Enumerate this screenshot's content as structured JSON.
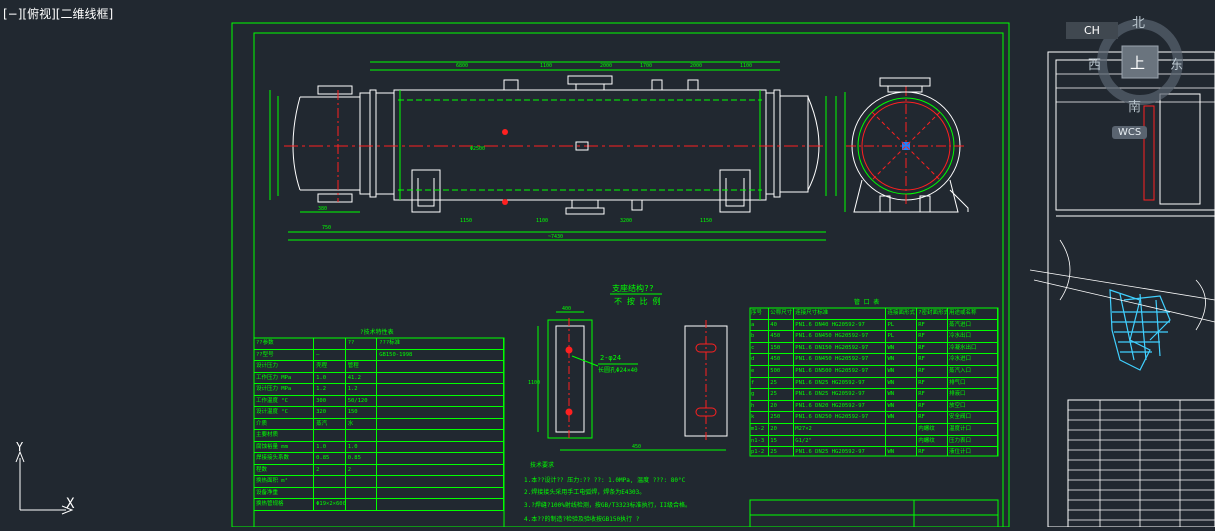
{
  "viewport": {
    "label": "[−][俯视][二维线框]"
  },
  "viewcube": {
    "north": "北",
    "south": "南",
    "east": "东",
    "west": "西",
    "top": "上",
    "wcs": "WCS",
    "lang": "CH"
  },
  "ucs": {
    "x": "X",
    "y": "Y"
  },
  "drawing": {
    "dims_top": [
      "6800",
      "1100",
      "2000",
      "1700",
      "2000",
      "1100"
    ],
    "dims_bottom": [
      "750",
      "1150",
      "1100",
      "3200",
      "1150",
      "~7430"
    ],
    "dims_left": [
      "380",
      "Φ2500"
    ],
    "support_title": "支座结构??",
    "support_subtitle": "不 按 比 例",
    "support_note": "2-φ24",
    "support_note2": "长圆孔Φ24×40",
    "support_dim_width": "400",
    "support_dim_height": "1100",
    "support_dim_base": "450",
    "notes_title": "技术要求",
    "notes": [
      "1.本??设计?? 压力:?? ??: 1.0MPa, 温度 ???: 80°C",
      "2.焊接接头采用手工电弧焊，焊条为E4303。",
      "3.?焊缝?100%射线检测，按GB/T3323标准执行，II级合格。",
      "4.本??的制造?检验及验收按GB150执行 ?"
    ]
  },
  "params_table": {
    "title": "?技术特性表",
    "col_headers": [
      "??参数",
      "",
      "??",
      "???标准"
    ],
    "rows": [
      [
        "??型号",
        "—",
        "",
        "GB150-1998"
      ],
      [
        "设计压力",
        "壳程",
        "管程",
        ""
      ],
      [
        "工作压力 MPa",
        "1.0",
        "41.2",
        ""
      ],
      [
        "设计压力 MPa",
        "1.2",
        "1.2",
        ""
      ],
      [
        "工作温度 °C",
        "300",
        "50/120",
        ""
      ],
      [
        "设计温度 °C",
        "320",
        "150",
        ""
      ],
      [
        "介质",
        "蒸汽",
        "水",
        ""
      ],
      [
        "主要材质",
        "",
        "",
        ""
      ],
      [
        "腐蚀裕量 mm",
        "1.0",
        "1.0",
        ""
      ],
      [
        "焊接接头系数",
        "0.85",
        "0.85",
        ""
      ],
      [
        "程数",
        "2",
        "2",
        ""
      ],
      [
        "换热面积 m²",
        "",
        "",
        ""
      ],
      [
        "设备净重",
        "",
        "",
        ""
      ],
      [
        "换热管规格",
        "Φ19×2×6000",
        "",
        ""
      ]
    ]
  },
  "nozzle_table": {
    "title": "管 口 表",
    "headers": [
      "序号",
      "公称尺寸",
      "连接尺寸标准",
      "连接面形式",
      "?密封面形式",
      "用途或名称"
    ],
    "rows": [
      [
        "a",
        "40",
        "PN1.6 DN40 HG20592-97",
        "PL",
        "RF",
        "蒸汽进口"
      ],
      [
        "b",
        "450",
        "PN1.6 DN450 HG20592-97",
        "PL",
        "RF",
        "冷水出口"
      ],
      [
        "c",
        "150",
        "PN1.6 DN150 HG20592-97",
        "WN",
        "RF",
        "冷凝水出口"
      ],
      [
        "d",
        "450",
        "PN1.6 DN450 HG20592-97",
        "WN",
        "RF",
        "冷水进口"
      ],
      [
        "e",
        "500",
        "PN1.6 DN500 HG20592-97",
        "WN",
        "RF",
        "蒸汽入口"
      ],
      [
        "f",
        "25",
        "PN1.6 DN25 HG20592-97",
        "WN",
        "RF",
        "排气口"
      ],
      [
        "g",
        "25",
        "PN1.6 DN25 HG20592-97",
        "WN",
        "RF",
        "排液口"
      ],
      [
        "h",
        "20",
        "PN1.6 DN20 HG20592-97",
        "WN",
        "RF",
        "放空口"
      ],
      [
        "k",
        "250",
        "PN1.6 DN250 HG20592-97",
        "WN",
        "RF",
        "安全阀口"
      ],
      [
        "m1-2",
        "20",
        "M27×2",
        "",
        "内螺纹",
        "温度计口"
      ],
      [
        "n1-3",
        "15",
        "G1/2\"",
        "",
        "内螺纹",
        "压力表口"
      ],
      [
        "p1-2",
        "25",
        "PN1.6 DN25 HG20592-97",
        "WN",
        "RF",
        "液位计口"
      ]
    ]
  },
  "colors": {
    "background": "#212830",
    "primary_lines": "#00ff00",
    "center_lines": "#ff2020",
    "annotation": "#ffffff",
    "hatch": "#40d0ff"
  }
}
